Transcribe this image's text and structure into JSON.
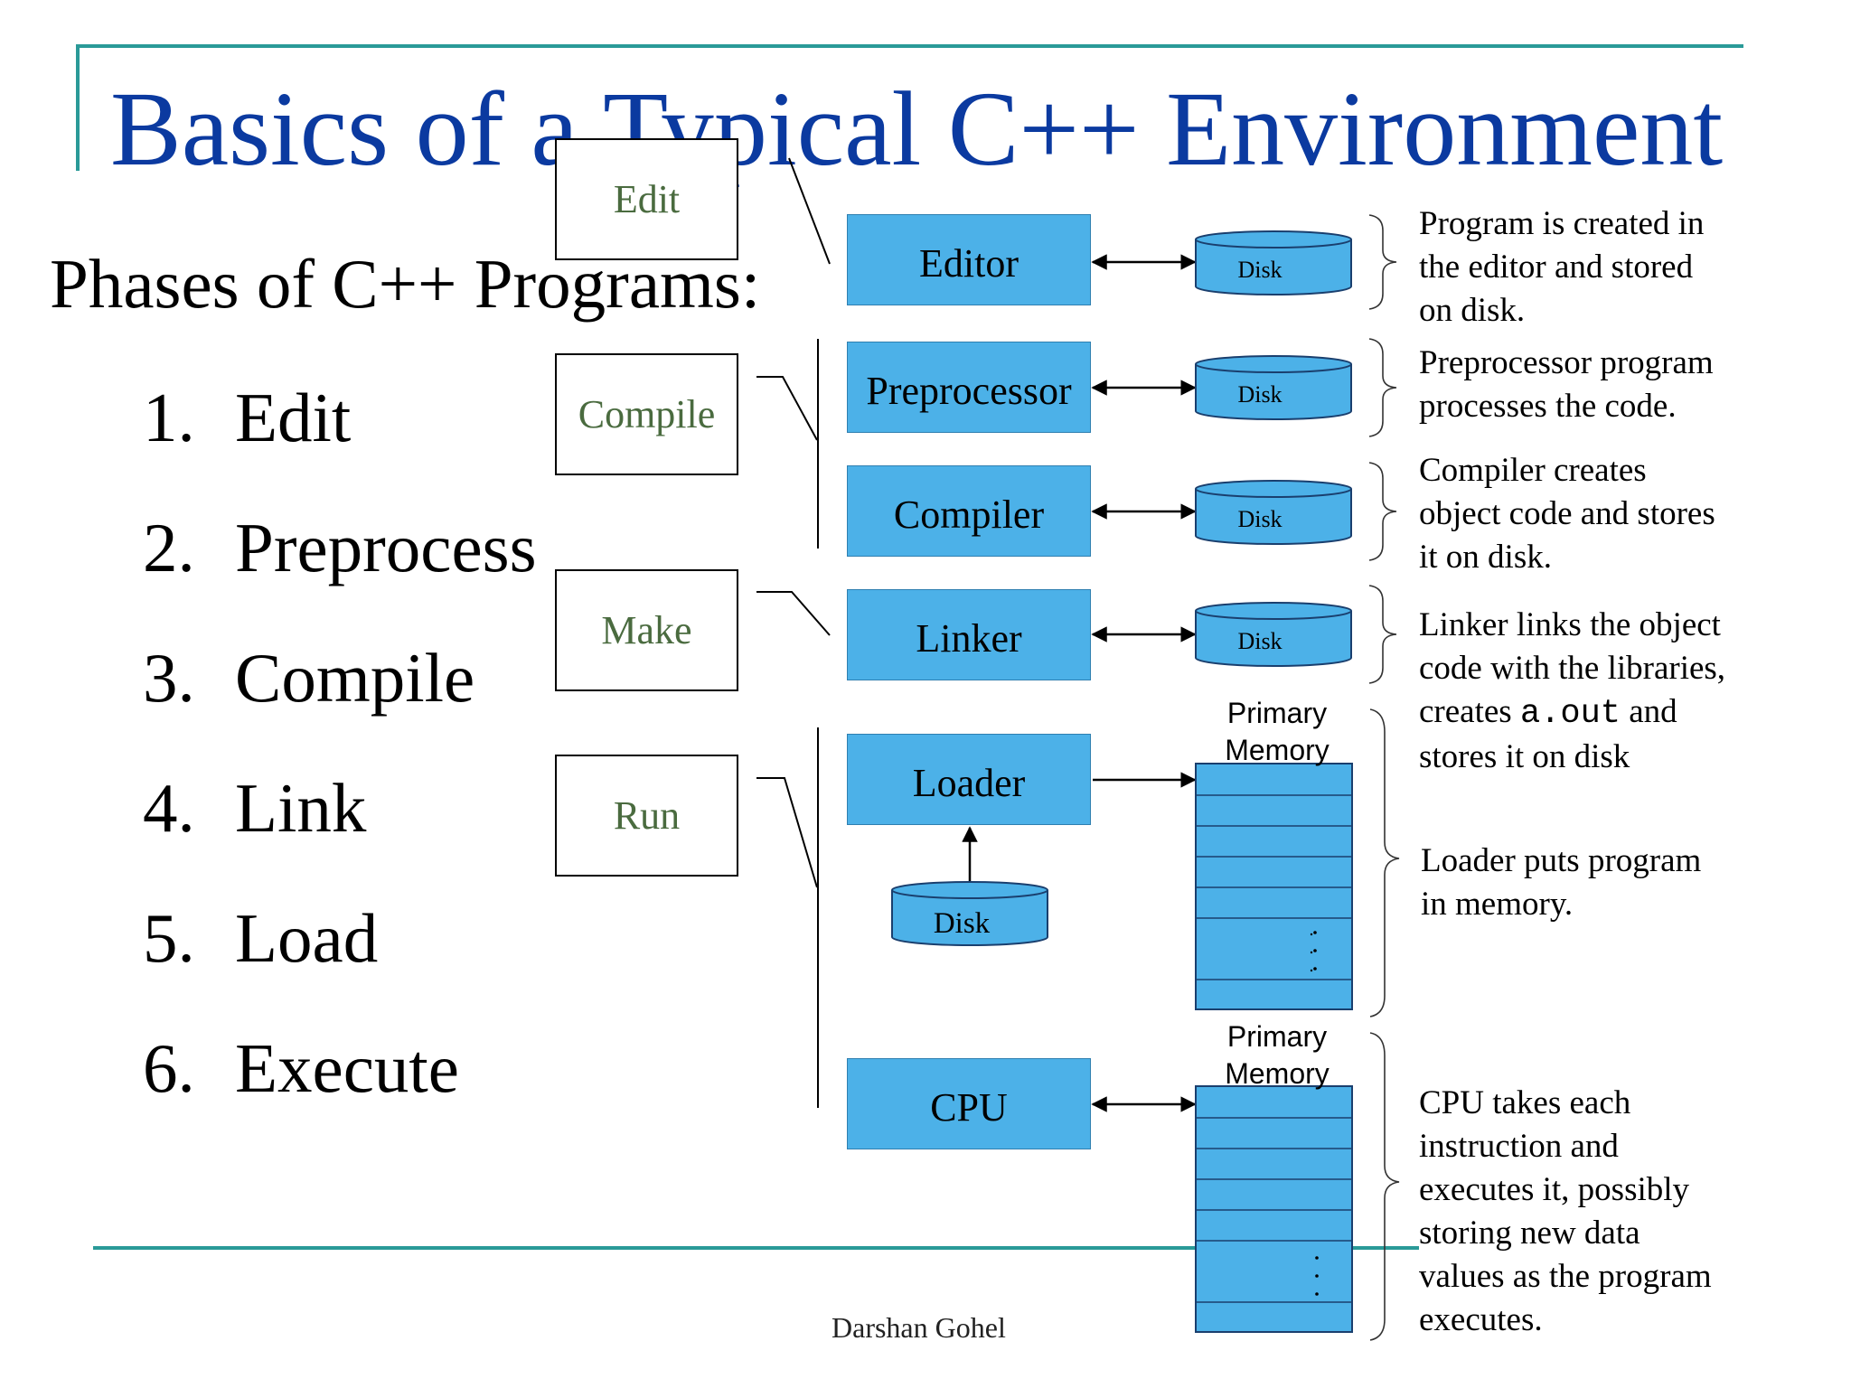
{
  "slide": {
    "title": "Basics of a Typical C++ Environment",
    "subtitle": "Phases of C++ Programs:",
    "steps": [
      {
        "num": "1.",
        "label": "Edit"
      },
      {
        "num": "2.",
        "label": "Preprocess"
      },
      {
        "num": "3.",
        "label": "Compile"
      },
      {
        "num": "4.",
        "label": "Link"
      },
      {
        "num": "5.",
        "label": "Load"
      },
      {
        "num": "6.",
        "label": "Execute"
      }
    ],
    "footer": "Darshan Gohel"
  },
  "diagram": {
    "phases": [
      "Edit",
      "Compile",
      "Make",
      "Run"
    ],
    "stages": [
      "Editor",
      "Preprocessor",
      "Compiler",
      "Linker",
      "Loader",
      "CPU"
    ],
    "disk_label": "Disk",
    "memory_label_line1": "Primary",
    "memory_label_line2": "Memory",
    "descriptions": {
      "editor": [
        "Program is created in",
        "the editor and stored",
        "on disk."
      ],
      "preprocessor": [
        "Preprocessor program",
        "processes the code."
      ],
      "compiler": [
        "Compiler creates",
        "object code and stores",
        "it on disk."
      ],
      "linker": {
        "line1": "Linker links the object",
        "line2": "code with the libraries,",
        "line3_pre": "creates ",
        "line3_code": "a.out",
        "line3_post": " and",
        "line4": "stores it on disk"
      },
      "loader": [
        "Loader puts program",
        "in memory."
      ],
      "cpu": [
        "CPU takes each",
        "instruction and",
        "executes it, possibly",
        "storing new data",
        "values as the program",
        "executes."
      ]
    },
    "colors": {
      "stage_fill": "#4cb1e8",
      "title": "#0b3aa0",
      "phase_text": "#4a6b3f",
      "rule": "#2a9a98"
    }
  }
}
